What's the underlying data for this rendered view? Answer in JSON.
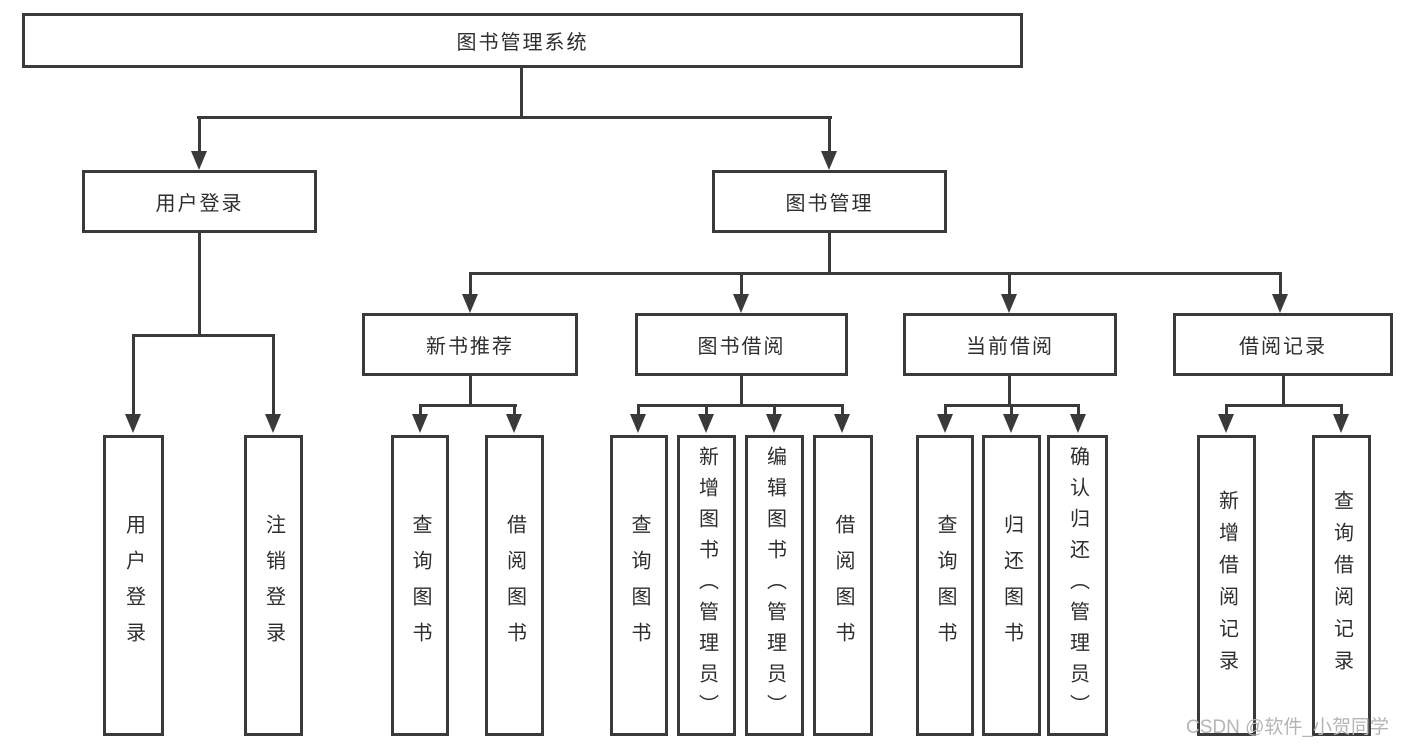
{
  "tree": {
    "root": "图书管理系统",
    "level2": {
      "login": "用户登录",
      "management": "图书管理"
    },
    "level3": {
      "recommend": "新书推荐",
      "borrow": "图书借阅",
      "current": "当前借阅",
      "records": "借阅记录"
    },
    "leaves": {
      "login": [
        "用户登录",
        "注销登录"
      ],
      "recommend": [
        "查询图书",
        "借阅图书"
      ],
      "borrow": [
        "查询图书",
        "新增图书（管理员）",
        "编辑图书（管理员）",
        "借阅图书"
      ],
      "current": [
        "查询图书",
        "归还图书",
        "确认归还（管理员）"
      ],
      "records": [
        "新增借阅记录",
        "查询借阅记录"
      ]
    }
  },
  "watermark": "CSDN @软件_小贺同学",
  "colors": {
    "line": "#3a3a3a",
    "text": "#2e2e2e",
    "watermark": "#b5b5b5",
    "background": "#ffffff"
  }
}
